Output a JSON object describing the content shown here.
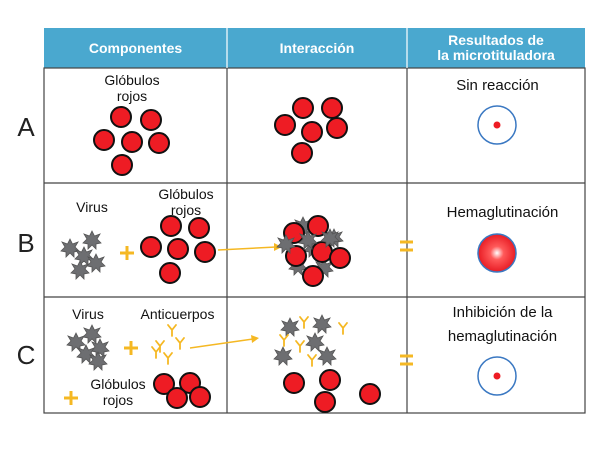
{
  "header": {
    "col1": "Componentes",
    "col2": "Interacción",
    "col3_line1": "Resultados de",
    "col3_line2": "la microtituladora"
  },
  "rows": {
    "a": {
      "label": "A",
      "rbc": "Glóbulos rojos",
      "result": "Sin reacción"
    },
    "b": {
      "label": "B",
      "virus": "Virus",
      "rbc": "Glóbulos rojos",
      "result": "Hemaglutinación"
    },
    "c": {
      "label": "C",
      "virus": "Virus",
      "antibodies": "Anticuerpos",
      "rbc": "Glóbulos rojos",
      "result_line1": "Inhibición de la",
      "result_line2": "hemaglutinación"
    }
  },
  "colors": {
    "header_bg": "#4aa8cf",
    "rbc_fill": "#ee1c24",
    "virus_fill": "#6d6e71",
    "accent_yellow": "#f5b823",
    "well_outline": "#3a78c2"
  }
}
